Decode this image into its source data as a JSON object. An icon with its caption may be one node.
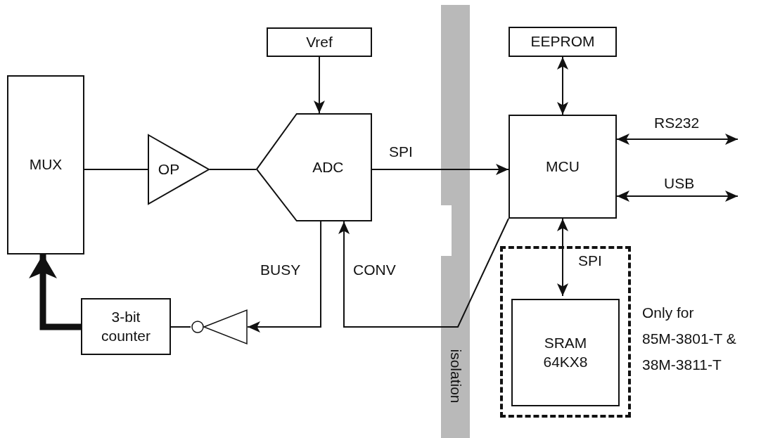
{
  "diagram": {
    "nodes": [
      {
        "text": [
          "MUX"
        ]
      },
      {
        "text": [
          "OP"
        ]
      },
      {
        "text": [
          "Vref"
        ]
      },
      {
        "text": [
          "ADC"
        ]
      },
      {
        "text": [
          "3-bit counter"
        ]
      },
      {
        "text": [],
        "shape": "triangle"
      },
      {
        "text": [
          "EEPROM"
        ]
      },
      {
        "text": [
          "MCU"
        ]
      },
      {
        "text": [],
        "shape": "box",
        "beside": [
          "Only for 85M-3801-T & 38M-3811-T"
        ]
      },
      {
        "text": [
          "SRAM 64KX8"
        ],
        "in": 8
      }
    ],
    "edges": [
      {
        "from": 0,
        "to": 1,
        "arrow": "none"
      },
      {
        "from": 1,
        "to": 3,
        "arrow": "none"
      },
      {
        "from": 2,
        "to": 3,
        "arrow": "to"
      },
      {
        "from": 3,
        "to": 7,
        "arrow": "to",
        "label": "SPI"
      },
      {
        "from": 3,
        "to": 5,
        "arrow": "to",
        "label": "BUSY"
      },
      {
        "from": 5,
        "to": 4,
        "arrow": "none"
      },
      {
        "from": 4,
        "to": 0,
        "arrow": "to",
        "style": "thick"
      },
      {
        "from": 7,
        "to": 3,
        "arrow": "to",
        "label": "CONV"
      },
      {
        "from": 6,
        "to": 7,
        "arrow": "both"
      },
      {
        "from": 7,
        "to": 9,
        "arrow": "both",
        "label": "SPI"
      },
      {
        "from": 7,
        "to": null,
        "arrow": "both",
        "label": "RS232"
      },
      {
        "from": 7,
        "to": null,
        "arrow": "both",
        "label": "USB"
      }
    ],
    "labels": [
      "isolation"
    ]
  }
}
